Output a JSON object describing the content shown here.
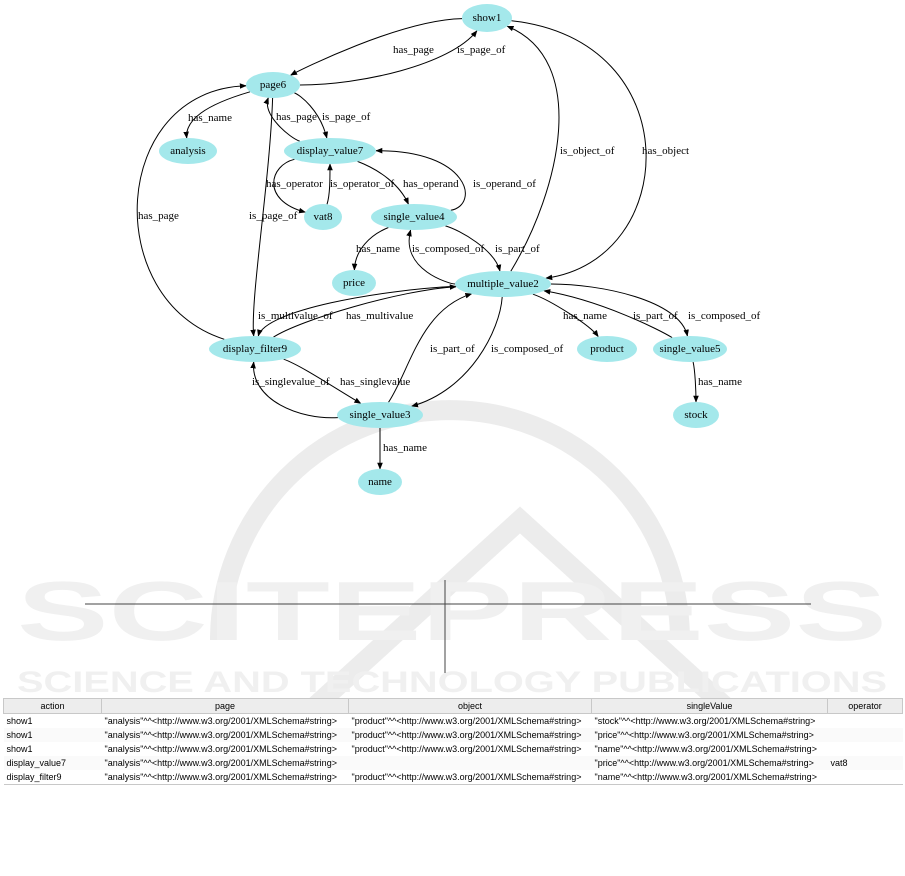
{
  "graph": {
    "nodes": [
      {
        "id": "show1",
        "label": "show1"
      },
      {
        "id": "page6",
        "label": "page6"
      },
      {
        "id": "analysis",
        "label": "analysis"
      },
      {
        "id": "display_value7",
        "label": "display_value7"
      },
      {
        "id": "vat8",
        "label": "vat8"
      },
      {
        "id": "single_value4",
        "label": "single_value4"
      },
      {
        "id": "price",
        "label": "price"
      },
      {
        "id": "multiple_value2",
        "label": "multiple_value2"
      },
      {
        "id": "display_filter9",
        "label": "display_filter9"
      },
      {
        "id": "product",
        "label": "product"
      },
      {
        "id": "single_value5",
        "label": "single_value5"
      },
      {
        "id": "stock",
        "label": "stock"
      },
      {
        "id": "single_value3",
        "label": "single_value3"
      },
      {
        "id": "name",
        "label": "name"
      }
    ],
    "edges": [
      {
        "from": "show1",
        "to": "page6",
        "label": "has_page"
      },
      {
        "from": "page6",
        "to": "show1",
        "label": "is_page_of"
      },
      {
        "from": "page6",
        "to": "analysis",
        "label": "has_name"
      },
      {
        "from": "display_value7",
        "to": "page6",
        "label": "has_page"
      },
      {
        "from": "page6",
        "to": "display_value7",
        "label": "is_page_of"
      },
      {
        "from": "display_value7",
        "to": "vat8",
        "label": "has_operator"
      },
      {
        "from": "vat8",
        "to": "display_value7",
        "label": "is_operator_of"
      },
      {
        "from": "display_value7",
        "to": "single_value4",
        "label": "has_operand"
      },
      {
        "from": "single_value4",
        "to": "display_value7",
        "label": "is_operand_of"
      },
      {
        "from": "single_value4",
        "to": "price",
        "label": "has_name"
      },
      {
        "from": "multiple_value2",
        "to": "single_value4",
        "label": "is_composed_of"
      },
      {
        "from": "single_value4",
        "to": "multiple_value2",
        "label": "is_part_of"
      },
      {
        "from": "multiple_value2",
        "to": "show1",
        "label": "is_object_of"
      },
      {
        "from": "show1",
        "to": "multiple_value2",
        "label": "has_object"
      },
      {
        "from": "display_filter9",
        "to": "page6",
        "label": "has_page"
      },
      {
        "from": "page6",
        "to": "display_filter9",
        "label": "is_page_of"
      },
      {
        "from": "multiple_value2",
        "to": "display_filter9",
        "label": "is_multivalue_of"
      },
      {
        "from": "display_filter9",
        "to": "multiple_value2",
        "label": "has_multivalue"
      },
      {
        "from": "multiple_value2",
        "to": "product",
        "label": "has_name"
      },
      {
        "from": "single_value5",
        "to": "multiple_value2",
        "label": "is_part_of"
      },
      {
        "from": "multiple_value2",
        "to": "single_value5",
        "label": "is_composed_of"
      },
      {
        "from": "single_value5",
        "to": "stock",
        "label": "has_name"
      },
      {
        "from": "single_value3",
        "to": "multiple_value2",
        "label": "is_part_of"
      },
      {
        "from": "multiple_value2",
        "to": "single_value3",
        "label": "is_composed_of"
      },
      {
        "from": "single_value3",
        "to": "display_filter9",
        "label": "is_singlevalue_of"
      },
      {
        "from": "display_filter9",
        "to": "single_value3",
        "label": "has_singlevalue"
      },
      {
        "from": "single_value3",
        "to": "name",
        "label": "has_name"
      }
    ]
  },
  "watermark": {
    "main": "SCITEPRESS",
    "sub": "SCIENCE AND TECHNOLOGY PUBLICATIONS"
  },
  "table": {
    "columns": [
      "action",
      "page",
      "object",
      "singleValue",
      "operator"
    ],
    "rows": [
      [
        "show1",
        "\"analysis\"^^<http://www.w3.org/2001/XMLSchema#string>",
        "\"product\"^^<http://www.w3.org/2001/XMLSchema#string>",
        "\"stock\"^^<http://www.w3.org/2001/XMLSchema#string>",
        ""
      ],
      [
        "show1",
        "\"analysis\"^^<http://www.w3.org/2001/XMLSchema#string>",
        "\"product\"^^<http://www.w3.org/2001/XMLSchema#string>",
        "\"price\"^^<http://www.w3.org/2001/XMLSchema#string>",
        ""
      ],
      [
        "show1",
        "\"analysis\"^^<http://www.w3.org/2001/XMLSchema#string>",
        "\"product\"^^<http://www.w3.org/2001/XMLSchema#string>",
        "\"name\"^^<http://www.w3.org/2001/XMLSchema#string>",
        ""
      ],
      [
        "display_value7",
        "\"analysis\"^^<http://www.w3.org/2001/XMLSchema#string>",
        "",
        "\"price\"^^<http://www.w3.org/2001/XMLSchema#string>",
        "vat8"
      ],
      [
        "display_filter9",
        "\"analysis\"^^<http://www.w3.org/2001/XMLSchema#string>",
        "\"product\"^^<http://www.w3.org/2001/XMLSchema#string>",
        "\"name\"^^<http://www.w3.org/2001/XMLSchema#string>",
        ""
      ]
    ]
  }
}
